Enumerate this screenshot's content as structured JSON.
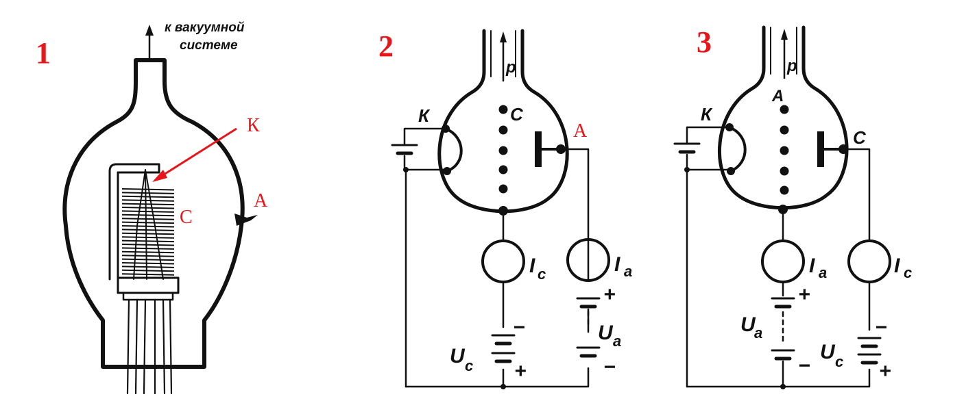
{
  "panels": [
    {
      "number": "1",
      "vacuum_label_line1": "к вакуумной",
      "vacuum_label_line2": "системе",
      "label_K": "К",
      "label_C": "С",
      "label_A": "А"
    },
    {
      "number": "2",
      "label_K": "К",
      "label_C": "С",
      "label_A": "А",
      "label_p": "p",
      "meter_c": "I",
      "meter_c_sub": "c",
      "meter_a": "I",
      "meter_a_sub": "a",
      "battery_c": "U",
      "battery_c_sub": "c",
      "battery_a": "U",
      "battery_a_sub": "a",
      "plus": "+",
      "minus": "−"
    },
    {
      "number": "3",
      "label_K": "К",
      "label_A": "А",
      "label_C": "С",
      "label_p": "p",
      "meter_a": "I",
      "meter_a_sub": "a",
      "meter_c": "I",
      "meter_c_sub": "c",
      "battery_a": "U",
      "battery_a_sub": "a",
      "battery_c": "U",
      "battery_c_sub": "c",
      "plus": "+",
      "minus": "−"
    }
  ],
  "colors": {
    "ink": "#111111",
    "annotation": "#e8161b"
  }
}
